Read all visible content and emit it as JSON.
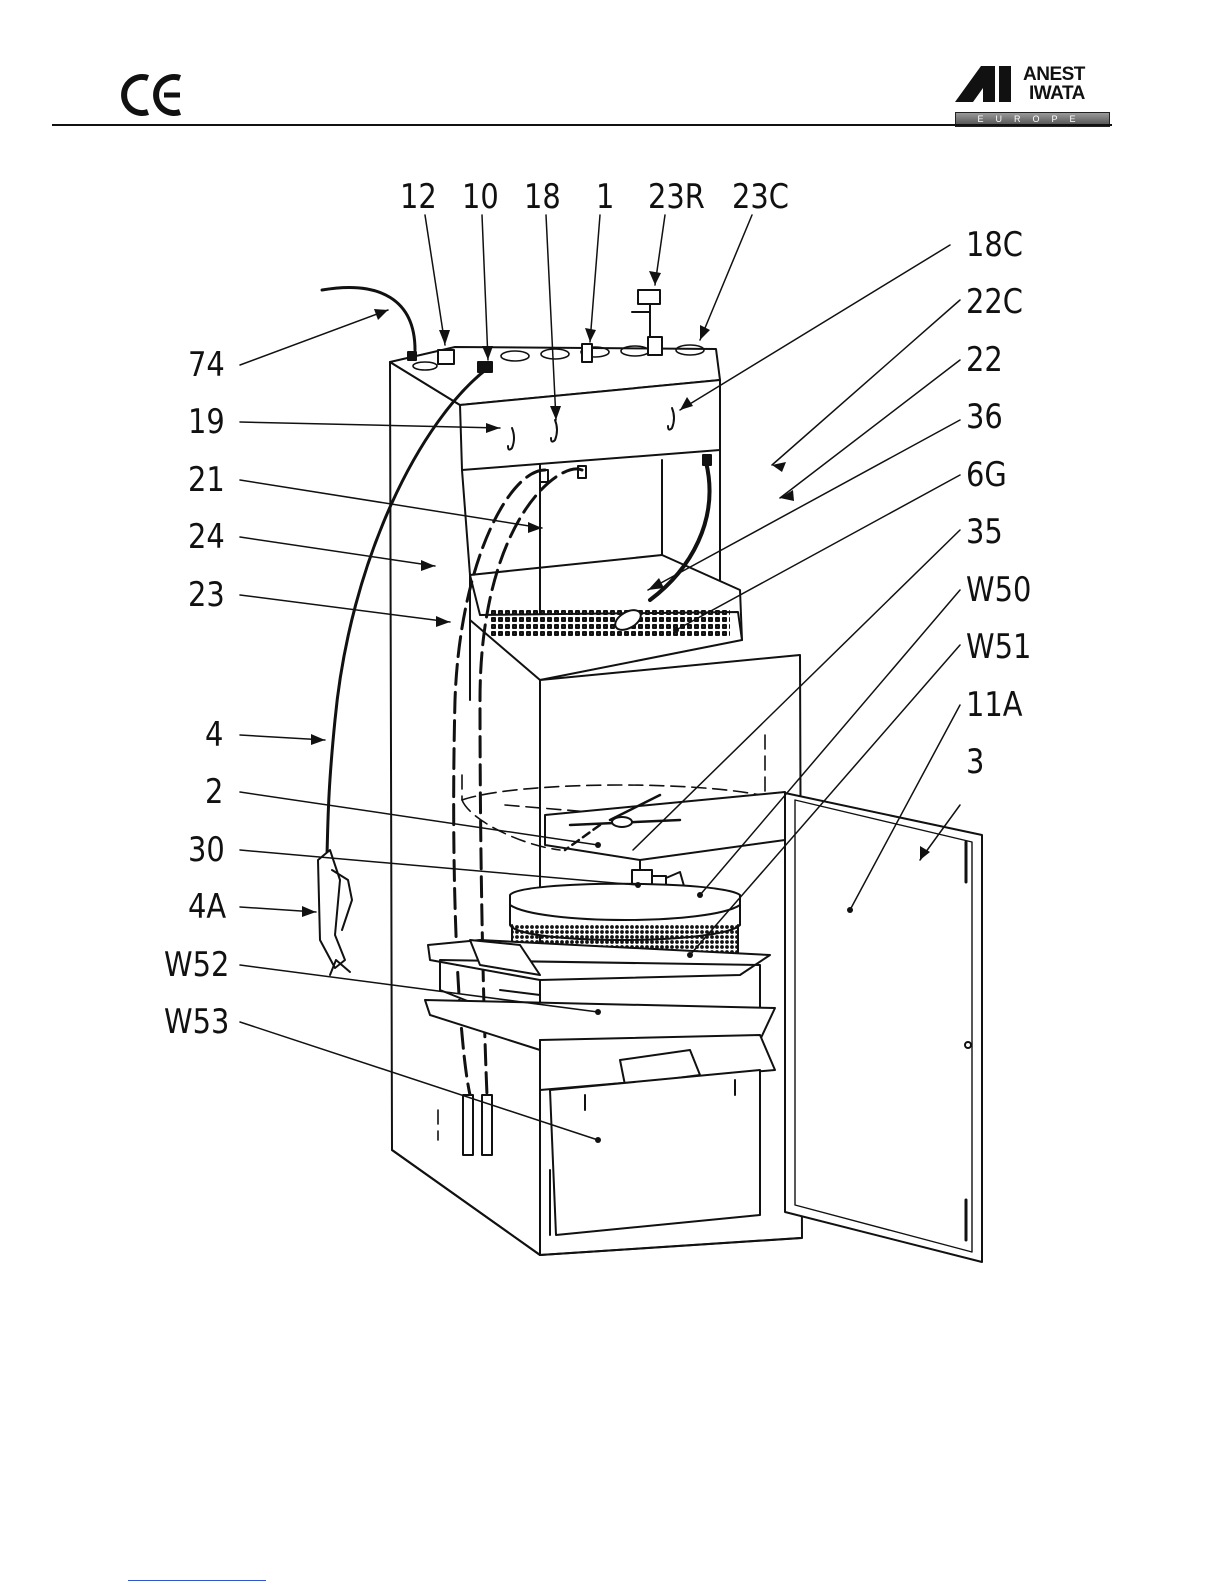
{
  "header": {
    "ce_mark": "CE",
    "logo": {
      "line1": "ANEST",
      "line2": "IWATA",
      "sub": "EUROPE"
    }
  },
  "callouts": {
    "c12": "12",
    "c10": "10",
    "c18": "18",
    "c1": "1",
    "c23R": "23R",
    "c23C": "23C",
    "c18C": "18C",
    "c22C": "22C",
    "c22": "22",
    "c36": "36",
    "c6G": "6G",
    "c35": "35",
    "cW50": "W50",
    "cW51": "W51",
    "c11A": "11A",
    "c3": "3",
    "c74": "74",
    "c19": "19",
    "c21": "21",
    "c24": "24",
    "c23": "23",
    "c4": "4",
    "c2": "2",
    "c30": "30",
    "c4A": "4A",
    "cW52": "W52",
    "cW53": "W53"
  },
  "icons": {
    "ce": "ce-mark-icon",
    "logo": "anest-iwata-logo-icon"
  }
}
